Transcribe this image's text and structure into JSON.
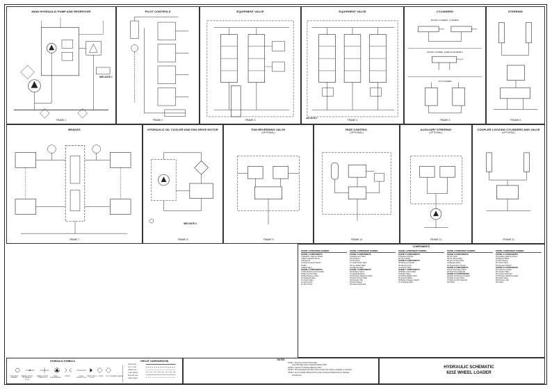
{
  "frames": {
    "main_pump": {
      "title": "MAIN HYDRAULIC PUMP AND RESERVOIR",
      "label": "FRAME 1",
      "note": "SEE NOTE 1"
    },
    "pilot": {
      "title": "PILOT CONTROLS",
      "label": "FRAME 2"
    },
    "equip1": {
      "title": "EQUIPMENT VALVE",
      "label": "FRAME 3"
    },
    "equip2": {
      "title": "EQUIPMENT VALVE",
      "label": "FRAME 4",
      "note": "SEE NOTE 2"
    },
    "cylinders": {
      "title": "CYLINDERS",
      "label": "FRAME 5",
      "sub1": "BUCKET CYLINDERS - XT MODELS",
      "sub2": "BUCKET CYLINDER - Z-BAR and XR MODELS",
      "sub3": "LIFT CYLINDERS"
    },
    "steering": {
      "title": "STEERING",
      "label": "FRAME 6"
    },
    "brakes": {
      "title": "BRAKES",
      "label": "FRAME 7"
    },
    "cooler": {
      "title": "HYDRAULIC OIL COOLER AND FAN DRIVE MOTOR",
      "label": "FRAME 8",
      "note": "SEE NOTE 3"
    },
    "fan_rev": {
      "title": "FAN REVERSING VALVE",
      "subtitle": "(OPTIONAL)",
      "label": "FRAME 9"
    },
    "ride": {
      "title": "RIDE CONTROL",
      "subtitle": "(OPTIONAL)",
      "label": "FRAME 10"
    },
    "aux_steer": {
      "title": "AUXILIARY STEERING",
      "subtitle": "(OPTIONAL)",
      "label": "FRAME 11"
    },
    "coupler": {
      "title": "COUPLER LOCKING CYLINDERS AND VALVE",
      "subtitle": "(OPTIONAL)",
      "label": "FRAME 12"
    }
  },
  "components": {
    "title": "COMPONENTS",
    "col_header": "FRAME / COMPONENT NUMBER",
    "columns": [
      [
        "FRAME 1 COMPONENTS",
        "1  Breather / Vacuum Relief",
        "2  Main Hydraulic Pump",
        "3  Reservoir",
        "4  Pump Pressure Switch",
        "5  Filter",
        "6  Relief Valve",
        "FRAME 2 COMPONENTS",
        "7  Pilot Pressure Accumulator",
        "8  Pilot Control Valve",
        "9  Pilot Pressure Valve",
        "10 Solenoid Valve",
        "11 Check Valve",
        "12 Lift Control",
        "13 Tilt Control"
      ],
      [
        "FRAME 3 COMPONENTS",
        "14 Equipment Valve",
        "15 Lift Spool",
        "16 Tilt Spool",
        "17 Load Check Valve",
        "18 Line Relief Valve",
        "19 Makeup Valve",
        "FRAME 4 COMPONENTS",
        "20 Auxiliary Spool",
        "21 Signal Resolver",
        "22 Pressure Reducing Valve",
        "23 Flow Control Valve",
        "24 Pressure Tap",
        "25 Float Detent",
        "26 Kickout Solenoid"
      ],
      [
        "FRAME 5 COMPONENTS",
        "27 Bucket Cylinder",
        "28 Lift Cylinder",
        "FRAME 6 COMPONENTS",
        "29 Steering Cylinder",
        "30 Steering Unit",
        "31 Priority Valve",
        "FRAME 7 COMPONENTS",
        "32 Brake Accumulator",
        "33 Brake Valve",
        "34 Parking Brake Valve",
        "35 Service Brake",
        "36 Brake Pressure Switch",
        "37 Charging Valve"
      ],
      [
        "FRAME 8 COMPONENTS",
        "38 Oil Cooler",
        "39 Fan Drive Motor",
        "40 Fan Control Valve",
        "41 Bypass Valve",
        "42 Temperature Sensor",
        "FRAME 9 COMPONENTS",
        "43 Fan Reversing Valve",
        "44 Reversing Solenoid",
        "FRAME 10 COMPONENTS",
        "45 Ride Control Accumulator",
        "46 Ride Control Valve",
        "47 Ride Control Solenoid",
        "48 Orifice"
      ],
      [
        "FRAME 11 COMPONENTS",
        "49 Auxiliary Steering Pump",
        "50 Electric Motor",
        "51 Flow Switch",
        "52 Check Valve",
        "53 Pressure Switch",
        "FRAME 12 COMPONENTS",
        "54 Coupler Cylinder",
        "55 Coupler Valve",
        "56 Coupler Solenoid",
        "57 Pressure Reducing Valve",
        "58 Check Valve",
        "59 Pressure Tap",
        "60 Orifice"
      ]
    ]
  },
  "legend": {
    "symbols_title": "HYDRAULIC SYMBOLS",
    "symbols": [
      "COMPONENT NUMBER",
      "SHARED CIRCUIT OR PARALLEL FLOW",
      "SHARED CIRCUIT CONNECTION",
      "FIXED DISPLACEMENT",
      "ORIFICE",
      "FLOW RESTRICTION",
      "DIRECTION OF FLOW",
      "FILTER",
      "OIL COOLER",
      "CHECK VALVE"
    ],
    "lines_title": "CIRCUIT CONFIGURATION",
    "lines": [
      "PRESSURE",
      "PILOT LINE",
      "DRAIN LINE",
      "LOAD SENSE",
      "RETURN LINE",
      "CASE DRAIN"
    ]
  },
  "notes": {
    "title": "NOTES",
    "items": [
      "NOTE 1: Reservoir Control Check Valve",
      "         Used with Ride Control equipped Models ONLY.",
      "NOTE 2: Used for XT Models Machines ONLY.",
      "NOTE 3: This will replace Item 38 in Frame 8 when this Option is installed on machines.",
      "NOTE 4: See the Repair Manual for the proper Testing and Adjustment for Hydraulic",
      "         Components."
    ]
  },
  "title_block": {
    "title1": "HYDRAULIC SCHEMATIC",
    "title2": "621E WHEEL LOADER"
  }
}
